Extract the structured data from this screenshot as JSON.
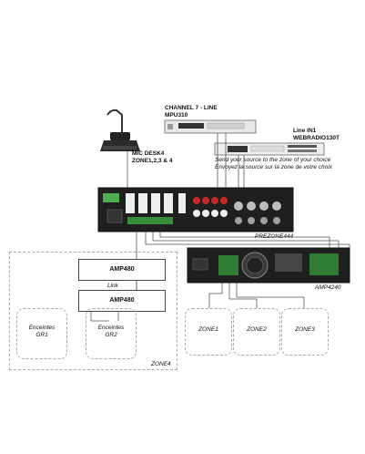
{
  "labels": {
    "channel7_line1": "CHANNEL 7 - LINE",
    "channel7_line2": "MPU310",
    "linein_line1": "Line IN1",
    "linein_line2": "WEBRADIO130T",
    "send_en": "Send your source to the zone of your choice",
    "send_fr": "Envoyez la source sur la zone de votre choix",
    "mic_line1": "MIC DESK4",
    "mic_line2": "ZONE1,2,3 & 4",
    "prezone": "PREZONE444",
    "amp4240": "AMP4240",
    "amp480_top": "AMP480",
    "link": "Link",
    "amp480_bottom": "AMP480",
    "zone4": "ZONE4"
  },
  "speakers": {
    "gr1_line1": "Enceintes",
    "gr1_line2": "GR1",
    "gr2_line1": "Enceintes",
    "gr2_line2": "GR2"
  },
  "zones": [
    "ZONE1",
    "ZONE2",
    "ZONE3"
  ]
}
